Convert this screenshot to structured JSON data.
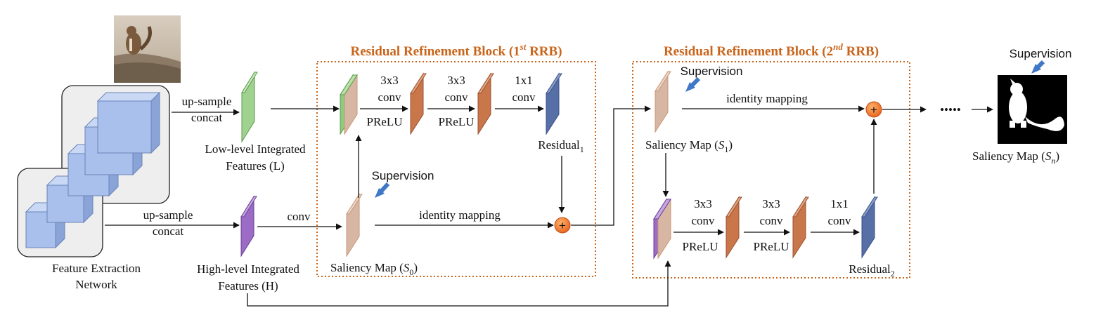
{
  "colors": {
    "block_border": "#c9651b",
    "block_title": "#c9651b",
    "low_features": "#8fcb7e",
    "high_features": "#9b6bc6",
    "saliency": "#d7b7a4",
    "conv_layer": "#c9764a",
    "residual": "#566fa6",
    "cube": "#a9c0ec",
    "supervision_arrow": "#3f78c6",
    "add_node": "#f07b2a"
  },
  "icons": {
    "input_image": "squirrel-photo-icon",
    "output_map": "squirrel-saliency-silhouette-icon",
    "add": "plus-circle-icon",
    "supervision": "blue-arrow-icon"
  },
  "labels": {
    "feature_extraction_1": "Feature Extraction",
    "feature_extraction_2": "Network",
    "upsample": "up-sample",
    "concat": "concat",
    "low_level_1": "Low-level Integrated",
    "low_level_2": "Features (L)",
    "high_level_1": "High-level Integrated",
    "high_level_2": "Features (H)",
    "conv": "conv",
    "k3x3": "3x3",
    "k1x1": "1x1",
    "prelu": "PReLU",
    "residual": "Residual",
    "sub1": "1",
    "sub2": "2",
    "identity_mapping": "identity mapping",
    "supervision": "Supervision",
    "saliency_map": "Saliency Map (",
    "close_paren": ")",
    "s": "S",
    "sub0": "0",
    "subn": "n",
    "dots": "•••••"
  },
  "blocks": {
    "rrb1": {
      "prefix": "Residual Refinement Block (1",
      "sup": "st",
      "suffix": " RRB)"
    },
    "rrb2": {
      "prefix": "Residual Refinement Block (2",
      "sup": "nd",
      "suffix": " RRB)"
    }
  }
}
